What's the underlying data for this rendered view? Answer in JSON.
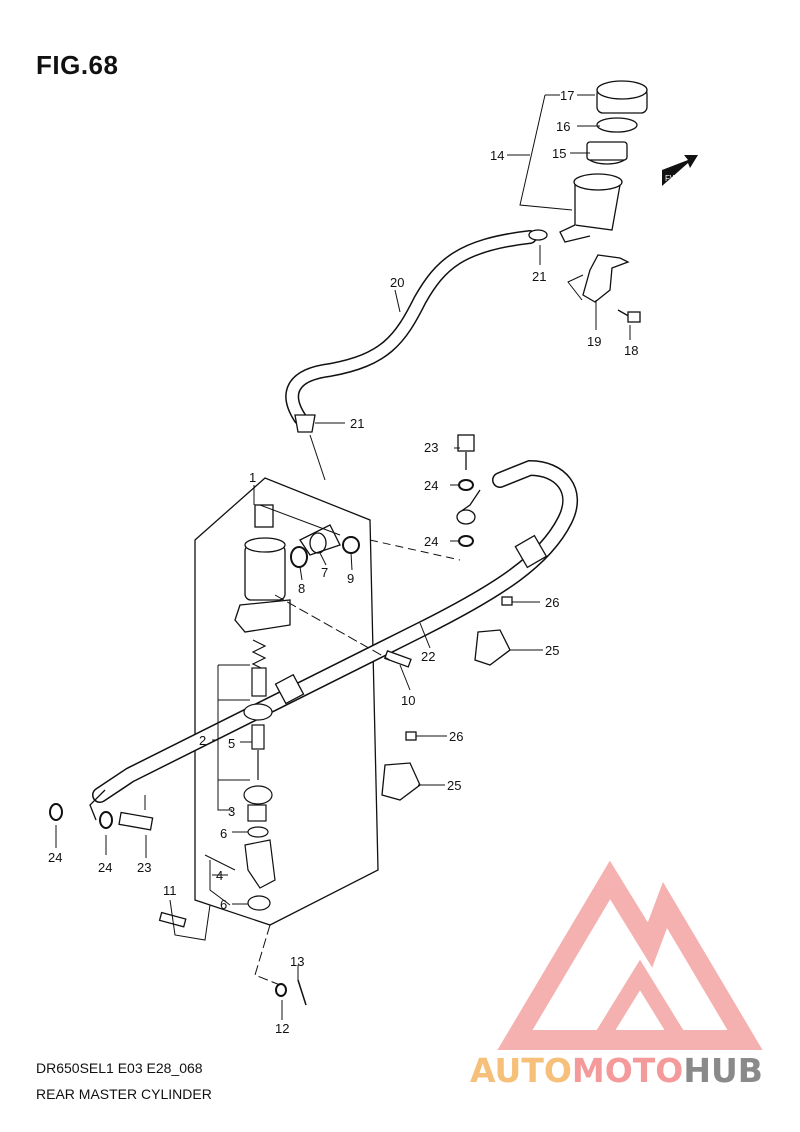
{
  "figure": {
    "title": "FIG.68",
    "code": "DR650SEL1 E03 E28_068",
    "caption": "REAR MASTER CYLINDER",
    "fwd_tag": "FWD"
  },
  "watermark": {
    "part1": "AUTO",
    "part2": "MOTO",
    "part3": "HUB",
    "colors": {
      "auto": "#f6c07a",
      "moto": "#f59a9a",
      "hub": "#8a8a8a",
      "triangle": "#f4a3a3"
    }
  },
  "callouts": {
    "c1": "1",
    "c2": "2",
    "c3": "3",
    "c4": "4",
    "c5": "5",
    "c6a": "6",
    "c6b": "6",
    "c7": "7",
    "c8": "8",
    "c9": "9",
    "c10": "10",
    "c11": "11",
    "c12": "12",
    "c13": "13",
    "c14": "14",
    "c15": "15",
    "c16": "16",
    "c17": "17",
    "c18": "18",
    "c19": "19",
    "c20": "20",
    "c21a": "21",
    "c21b": "21",
    "c22": "22",
    "c23a": "23",
    "c23b": "23",
    "c24a": "24",
    "c24b": "24",
    "c24c": "24",
    "c24d": "24",
    "c25a": "25",
    "c25b": "25",
    "c26a": "26",
    "c26b": "26"
  }
}
